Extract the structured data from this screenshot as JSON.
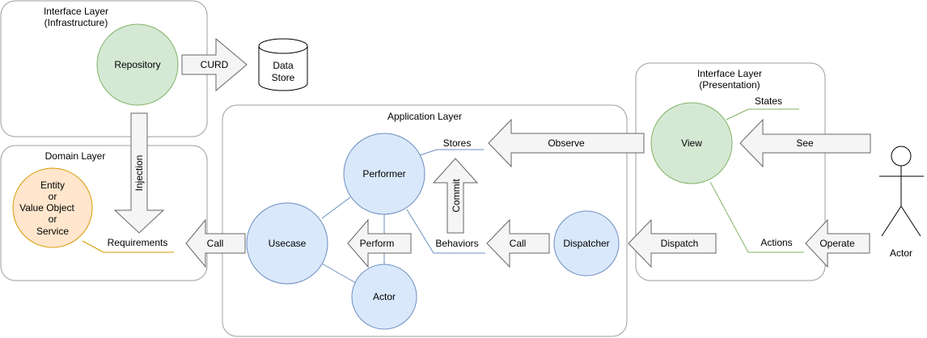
{
  "layers": {
    "infrastructure": {
      "title_line1": "Interface Layer",
      "title_line2": "(Infrastructure)"
    },
    "domain": {
      "title": "Domain Layer"
    },
    "application": {
      "title": "Application Layer"
    },
    "presentation": {
      "title_line1": "Interface Layer",
      "title_line2": "(Presentation)"
    }
  },
  "nodes": {
    "repository": "Repository",
    "data_store_line1": "Data",
    "data_store_line2": "Store",
    "entity_line1": "Entity",
    "entity_line2": "or",
    "entity_line3": "Value Object",
    "entity_line4": "or",
    "entity_line5": "Service",
    "performer": "Performer",
    "usecase": "Usecase",
    "actor_node": "Actor",
    "dispatcher": "Dispatcher",
    "view": "View"
  },
  "labels": {
    "requirements": "Requirements",
    "stores": "Stores",
    "behaviors": "Behaviors",
    "states": "States",
    "actions": "Actions"
  },
  "arrows": {
    "curd": "CURD",
    "injection": "Injection",
    "call_domain": "Call",
    "perform": "Perform",
    "commit": "Commit",
    "observe": "Observe",
    "call_app": "Call",
    "dispatch": "Dispatch",
    "see": "See",
    "operate": "Operate"
  },
  "external_actor": "Actor",
  "colors": {
    "green_fill": "#d5e8d4",
    "green_stroke": "#82b366",
    "blue_fill": "#dae8fc",
    "blue_stroke": "#6c8ebf",
    "orange_fill": "#ffe6cc",
    "orange_stroke": "#d79b00",
    "arrow_fill": "#f5f5f5",
    "arrow_stroke": "#666666",
    "layer_stroke": "#9e9e9e"
  }
}
